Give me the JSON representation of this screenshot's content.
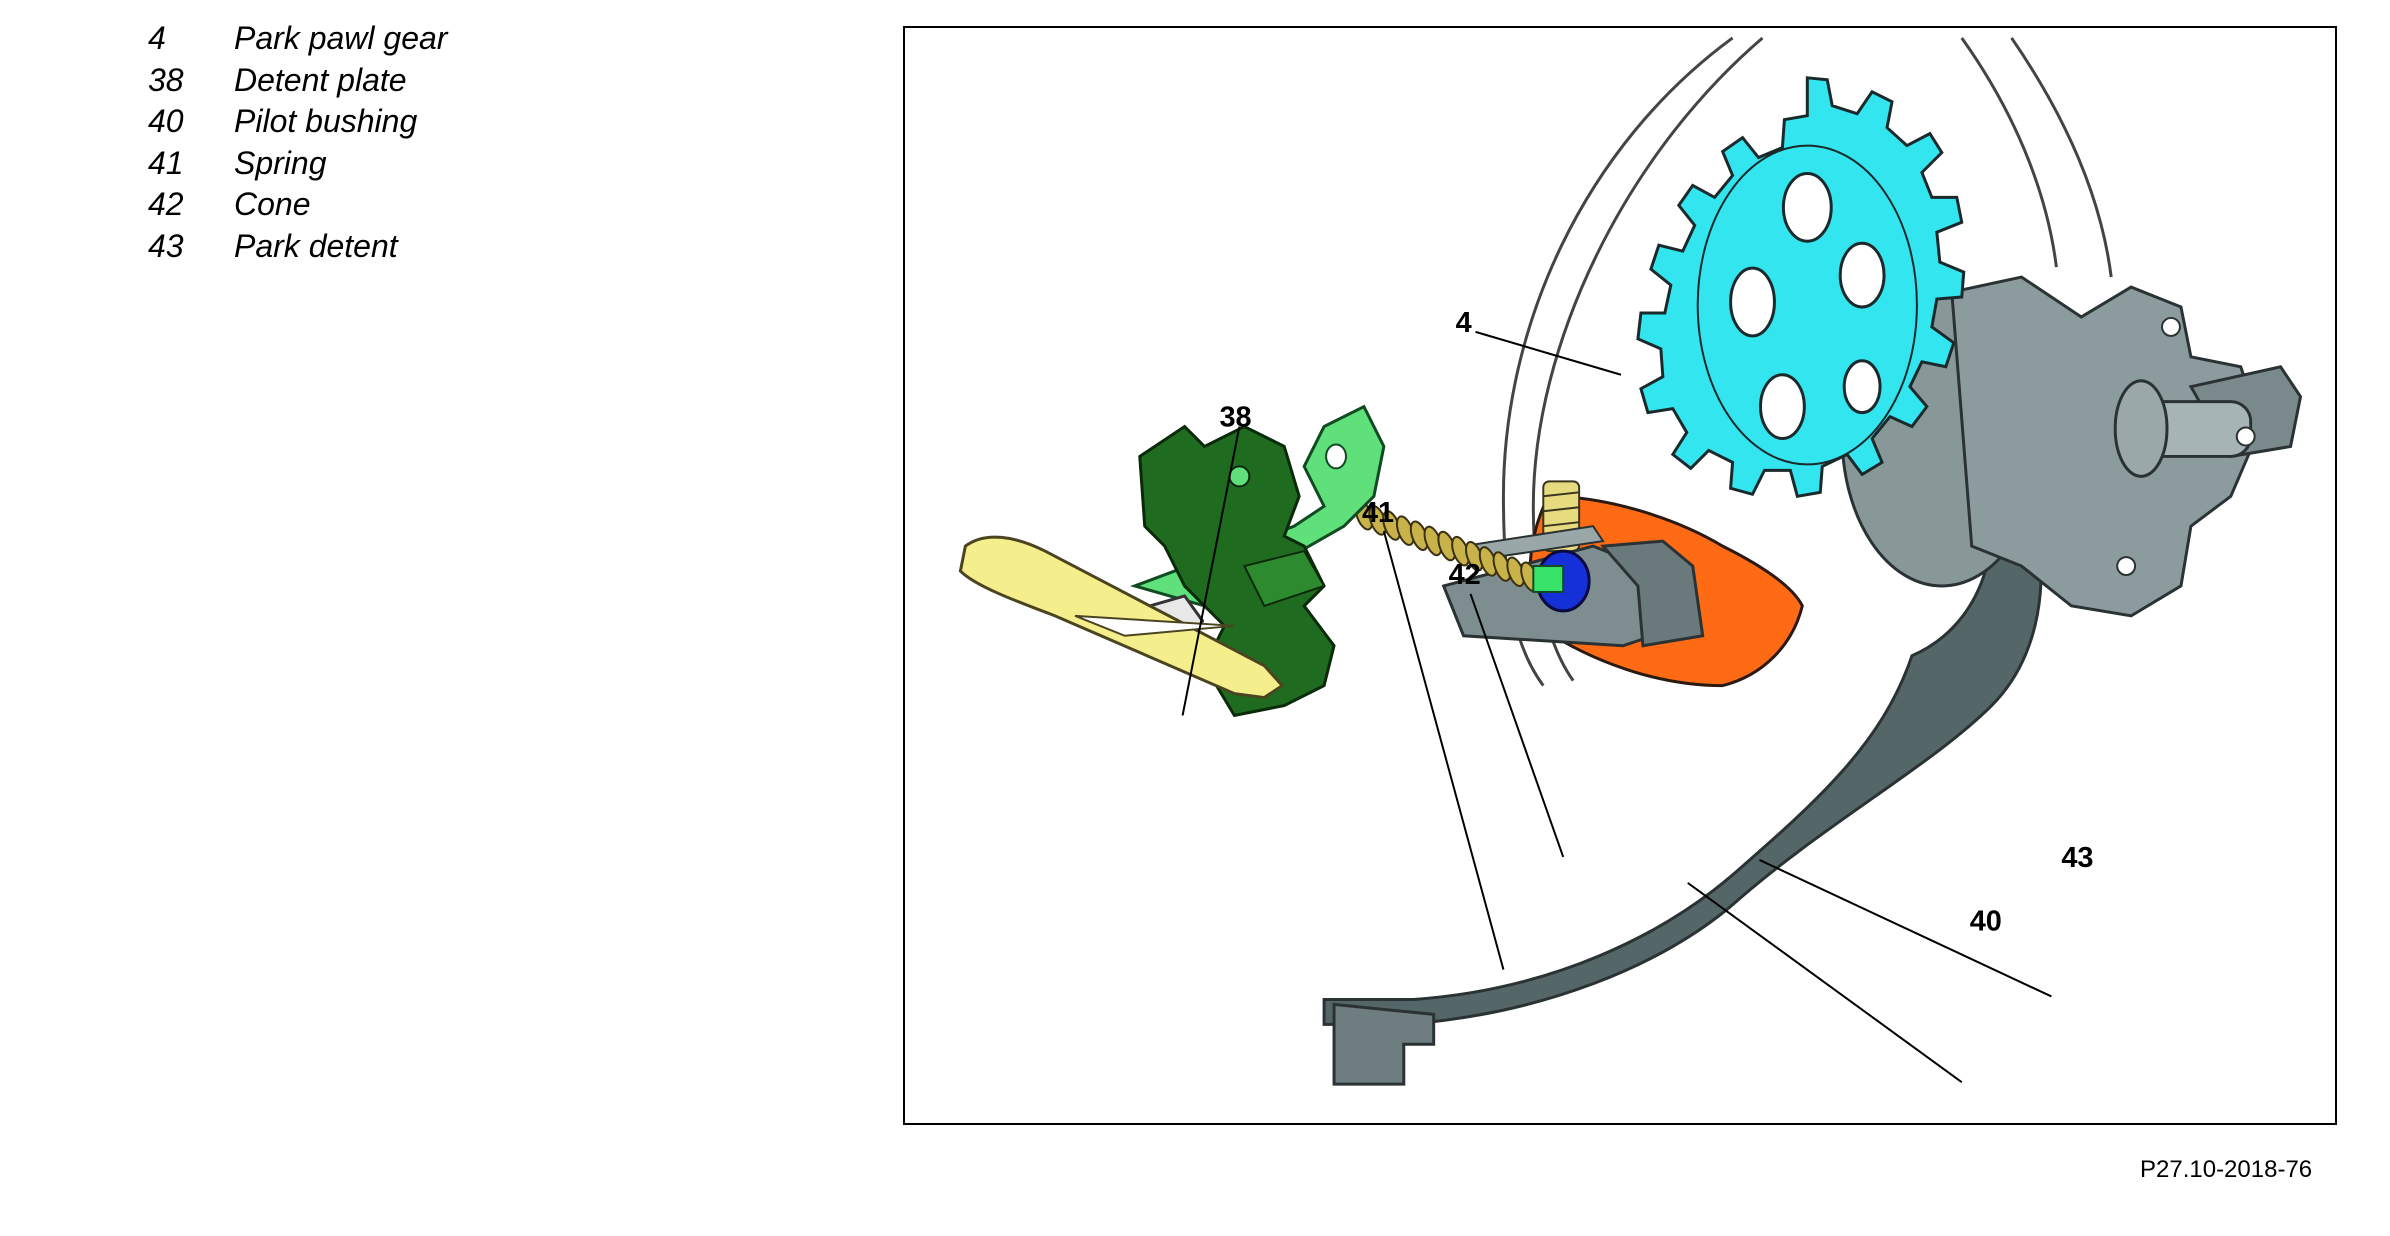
{
  "legend": [
    {
      "num": "4",
      "label": "Park pawl gear"
    },
    {
      "num": "38",
      "label": "Detent plate"
    },
    {
      "num": "40",
      "label": "Pilot bushing"
    },
    {
      "num": "41",
      "label": "Spring"
    },
    {
      "num": "42",
      "label": "Cone"
    },
    {
      "num": "43",
      "label": "Park detent"
    }
  ],
  "callouts": {
    "c4": "4",
    "c38": "38",
    "c41": "41",
    "c42": "42",
    "c43": "43",
    "c40": "40"
  },
  "colors": {
    "park_pawl_gear": "#33e5ee",
    "detent_plate": "#1f6b1f",
    "detent_lever": "#5fe07a",
    "selector_lever": "#f4ee8c",
    "park_detent": "#ff6a14",
    "cone": "#1630d8",
    "spring": "#b9b05a",
    "pilot_bushing_and_housing": "#6e7e80"
  },
  "figure_reference": "P27.10-2018-76"
}
